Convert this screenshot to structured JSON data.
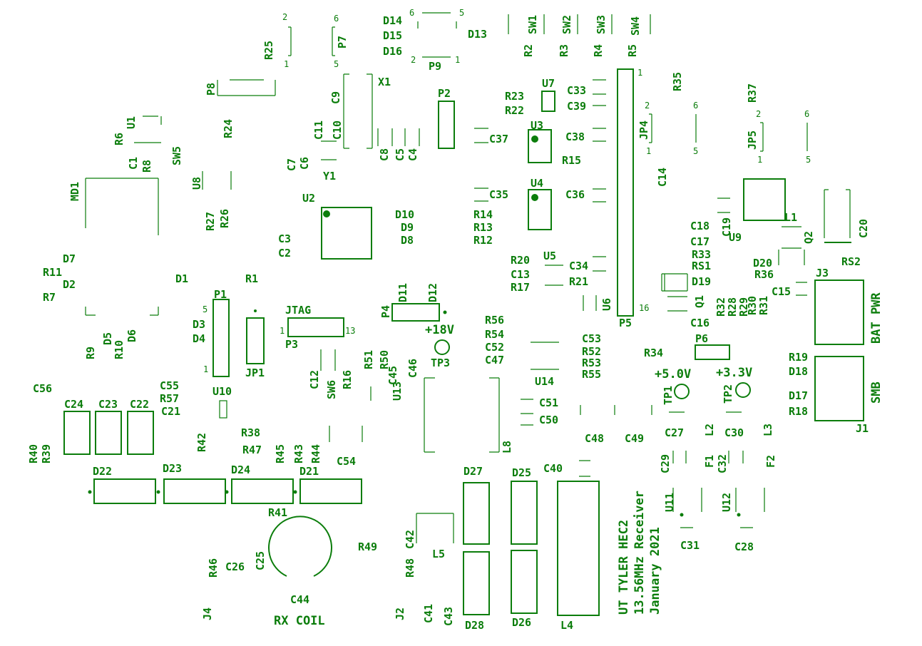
{
  "board": {
    "title_lines": [
      "UT TYLER HEC2",
      "13.56MHz Receiver",
      "January 2021"
    ],
    "silk_color": "#0b7d0b",
    "background": "#ffffff",
    "net_labels": {
      "jtag": "JTAG",
      "v18": "+18V",
      "v5": "+5.0V",
      "v33": "+3.3V",
      "bat_pwr": "BAT PWR",
      "smb": "SMB",
      "rx_coil": "RX COIL"
    }
  },
  "designators": [
    "R25",
    "P7",
    "D14",
    "D15",
    "D16",
    "D13",
    "P9",
    "SW1",
    "SW2",
    "SW3",
    "SW4",
    "R2",
    "R3",
    "R4",
    "R5",
    "P8",
    "U1",
    "R6",
    "C1",
    "R8",
    "SW5",
    "R24",
    "X1",
    "C9",
    "C11",
    "C10",
    "C7",
    "C6",
    "Y1",
    "C8",
    "C5",
    "C4",
    "P2",
    "R23",
    "R22",
    "U7",
    "C33",
    "C39",
    "R35",
    "R37",
    "JP4",
    "JP5",
    "C37",
    "U3",
    "C38",
    "R15",
    "C14",
    "MD1",
    "U8",
    "R27",
    "R26",
    "U2",
    "D10",
    "D9",
    "D8",
    "R14",
    "R13",
    "R12",
    "C35",
    "U4",
    "C36",
    "L1",
    "C20",
    "Q2",
    "C18",
    "C17",
    "C19",
    "U9",
    "R33",
    "RS1",
    "D20",
    "RS2",
    "R36",
    "J3",
    "D19",
    "C3",
    "C2",
    "D7",
    "R11",
    "D2",
    "R7",
    "D1",
    "R1",
    "R20",
    "U5",
    "C34",
    "C13",
    "R17",
    "R21",
    "U6",
    "Q1",
    "R32",
    "R28",
    "R29",
    "R30",
    "R31",
    "C15",
    "P1",
    "D3",
    "D4",
    "JTAG",
    "P3",
    "D11",
    "D12",
    "P4",
    "R56",
    "R54",
    "C52",
    "C47",
    "C16",
    "P5",
    "TP3",
    "C53",
    "R52",
    "R53",
    "R55",
    "R34",
    "P6",
    "R9",
    "D5",
    "R10",
    "D6",
    "JP1",
    "C12",
    "SW6",
    "R16",
    "R51",
    "R50",
    "C45",
    "C46",
    "U13",
    "U14",
    "R19",
    "D18",
    "TP1",
    "TP2",
    "D17",
    "R18",
    "J1",
    "C56",
    "C55",
    "R57",
    "U10",
    "C21",
    "C24",
    "C23",
    "C22",
    "C51",
    "C50",
    "R40",
    "R39",
    "R42",
    "R38",
    "R47",
    "R45",
    "R43",
    "R44",
    "C54",
    "L8",
    "C48",
    "C49",
    "C27",
    "L2",
    "C30",
    "L3",
    "C29",
    "F1",
    "C32",
    "F2",
    "D22",
    "D23",
    "D24",
    "D21",
    "D27",
    "D25",
    "C40",
    "R41",
    "U11",
    "U12",
    "R49",
    "C42",
    "L5",
    "C31",
    "C28",
    "R46",
    "C26",
    "C25",
    "R48",
    "C44",
    "J2",
    "C41",
    "C43",
    "D28",
    "D26",
    "L4",
    "J4"
  ],
  "pin_numbers": [
    "1",
    "2",
    "5",
    "6",
    "13",
    "16"
  ]
}
